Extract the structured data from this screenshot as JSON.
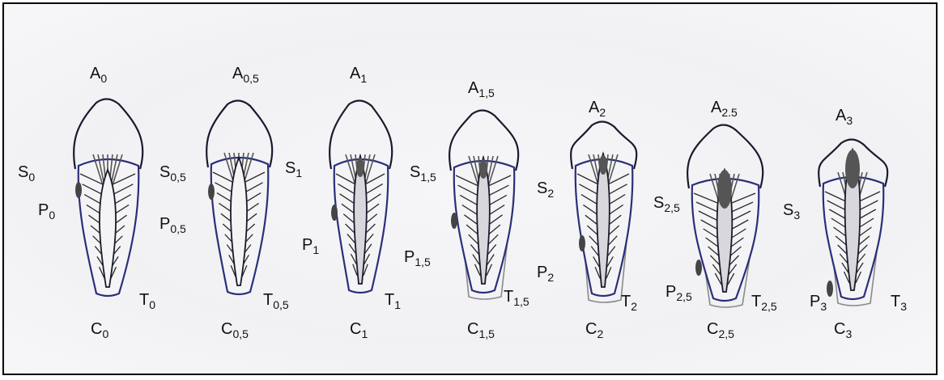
{
  "figure": {
    "colors": {
      "outline": "#1a1a2e",
      "outline_blue": "#2b2f7a",
      "hatch": "#2a2a2a",
      "pulp": "#555555",
      "shadow": "#8a8a8a"
    },
    "teeth": [
      {
        "stage": "0",
        "labels": {
          "A": {
            "letter": "A",
            "sub": "0"
          },
          "S": {
            "letter": "S",
            "sub": "0"
          },
          "P": {
            "letter": "P",
            "sub": "0"
          },
          "T": {
            "letter": "T",
            "sub": "0"
          },
          "C": {
            "letter": "C",
            "sub": "0"
          }
        }
      },
      {
        "stage": "0,5",
        "labels": {
          "A": {
            "letter": "A",
            "sub": "0,5"
          },
          "S": {
            "letter": "S",
            "sub": "0,5"
          },
          "P": {
            "letter": "P",
            "sub": "0,5"
          },
          "T": {
            "letter": "T",
            "sub": "0,5"
          },
          "C": {
            "letter": "C",
            "sub": "0,5"
          }
        }
      },
      {
        "stage": "1",
        "labels": {
          "A": {
            "letter": "A",
            "sub": "1"
          },
          "S": {
            "letter": "S",
            "sub": "1"
          },
          "P": {
            "letter": "P",
            "sub": "1"
          },
          "T": {
            "letter": "T",
            "sub": "1"
          },
          "C": {
            "letter": "C",
            "sub": "1"
          }
        }
      },
      {
        "stage": "1,5",
        "labels": {
          "A": {
            "letter": "A",
            "sub": "1,5"
          },
          "S": {
            "letter": "S",
            "sub": "1,5"
          },
          "P": {
            "letter": "P",
            "sub": "1,5"
          },
          "T": {
            "letter": "T",
            "sub": "1,5"
          },
          "C": {
            "letter": "C",
            "sub": "1,5"
          }
        }
      },
      {
        "stage": "2",
        "labels": {
          "A": {
            "letter": "A",
            "sub": "2"
          },
          "S": {
            "letter": "S",
            "sub": "2"
          },
          "P": {
            "letter": "P",
            "sub": "2"
          },
          "T": {
            "letter": "T",
            "sub": "2"
          },
          "C": {
            "letter": "C",
            "sub": "2"
          }
        }
      },
      {
        "stage": "2.5",
        "labels": {
          "A": {
            "letter": "A",
            "sub": "2.5"
          },
          "S": {
            "letter": "S",
            "sub": "2,5"
          },
          "P": {
            "letter": "P",
            "sub": "2,5"
          },
          "T": {
            "letter": "T",
            "sub": "2,5"
          },
          "C": {
            "letter": "C",
            "sub": "2,5"
          }
        }
      },
      {
        "stage": "3",
        "labels": {
          "A": {
            "letter": "A",
            "sub": "3"
          },
          "S": {
            "letter": "S",
            "sub": "3"
          },
          "P": {
            "letter": "P",
            "sub": "3"
          },
          "T": {
            "letter": "T",
            "sub": "3"
          },
          "C": {
            "letter": "C",
            "sub": "3"
          }
        }
      }
    ]
  }
}
